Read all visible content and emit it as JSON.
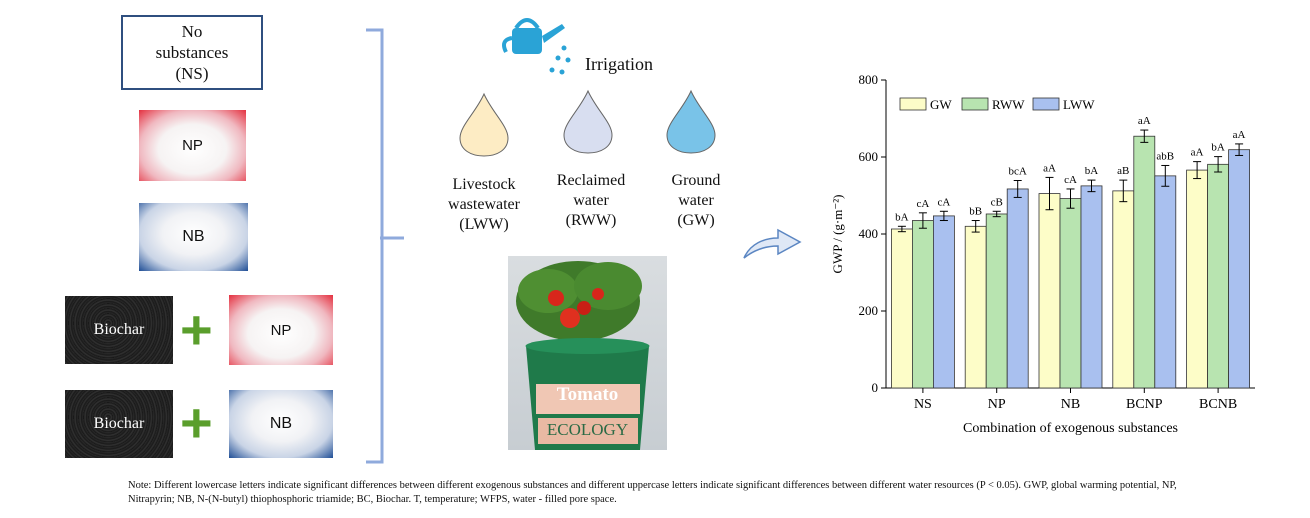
{
  "left_panel": {
    "no_substances_label": "No\nsubstances\n(NS)",
    "np_label": "NP",
    "nb_label": "NB",
    "biochar_label": "Biochar",
    "plus_symbol": "+"
  },
  "middle_panel": {
    "irrigation_label": "Irrigation",
    "water_sources": [
      {
        "label": "Livestock\nwastewater\n(LWW)",
        "color": "#fdecc4"
      },
      {
        "label": "Reclaimed\nwater\n(RWW)",
        "color": "#d8def0"
      },
      {
        "label": "Ground\nwater\n(GW)",
        "color": "#79c3e8"
      }
    ],
    "pot_label_main": "Tomato",
    "pot_label_sub": "ECOLOGY"
  },
  "chart_data": {
    "type": "bar",
    "categories": [
      "NS",
      "NP",
      "NB",
      "BCNP",
      "BCNB"
    ],
    "series": [
      {
        "name": "GW",
        "color": "#fdfdc8",
        "values": [
          413,
          420,
          505,
          512,
          566
        ],
        "errors": [
          7,
          15,
          42,
          28,
          22
        ],
        "labels": [
          "bA",
          "bB",
          "aA",
          "aB",
          "aA"
        ]
      },
      {
        "name": "RWW",
        "color": "#b8e4b0",
        "values": [
          435,
          452,
          492,
          654,
          581
        ],
        "errors": [
          20,
          7,
          25,
          16,
          20
        ],
        "labels": [
          "cA",
          "cB",
          "cA",
          "aA",
          "bA"
        ]
      },
      {
        "name": "LWW",
        "color": "#a9c0ef",
        "values": [
          447,
          517,
          525,
          551,
          619
        ],
        "errors": [
          12,
          22,
          15,
          27,
          15
        ],
        "labels": [
          "cA",
          "bcA",
          "bA",
          "abB",
          "aA"
        ]
      }
    ],
    "xlabel": "Combination of exogenous substances",
    "ylabel": "GWP / (g·m⁻²)",
    "ylim": [
      0,
      800
    ],
    "yticks": [
      "0",
      "200",
      "400",
      "600",
      "800"
    ],
    "legend_position": "top-left",
    "grid": false
  },
  "note": "Note: Different lowercase letters indicate significant differences between different exogenous substances and different uppercase letters indicate significant differences between different water resources (P < 0.05). GWP, global warming potential, NP, Nitrapyrin; NB, N-(N-butyl) thiophosphoric triamide; BC, Biochar. T, temperature; WFPS, water - filled pore space.",
  "icons": {
    "watering_can": "watering-can-icon",
    "arrow": "curved-arrow-icon",
    "drops": "water-drop-icon",
    "bracket": "bracket"
  }
}
